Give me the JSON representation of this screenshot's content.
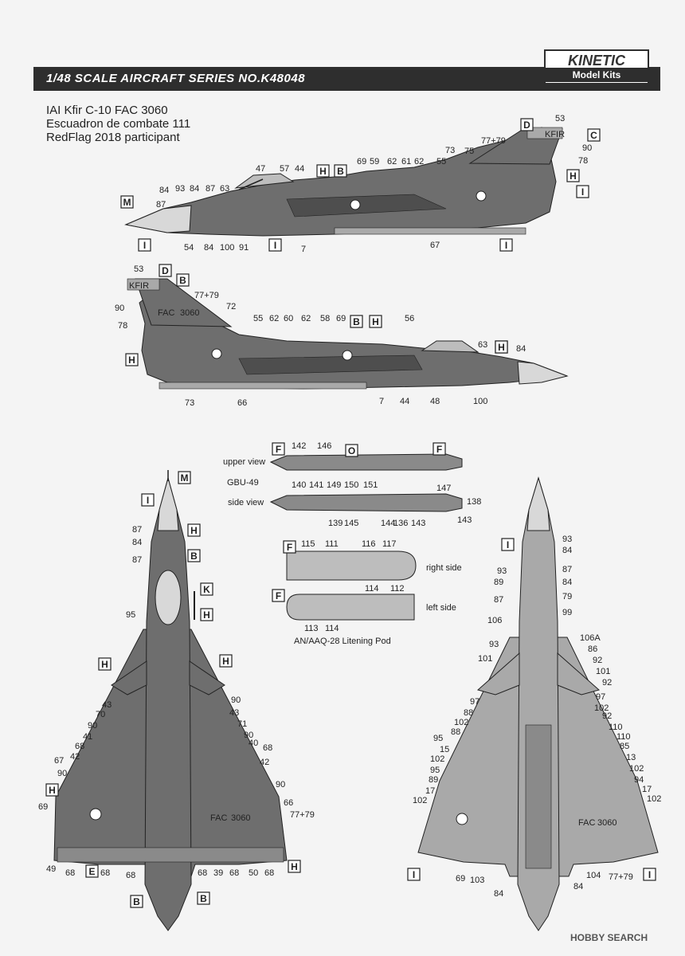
{
  "header": {
    "title": "1/48 SCALE  AIRCRAFT  SERIES NO.K48048",
    "logo_brand": "KINETIC",
    "logo_sub": "Model Kits"
  },
  "subject": {
    "line1": "IAI Kfir C-10 FAC 3060",
    "line2": "Escuadron de combate 111",
    "line3": "RedFlag 2018 participant"
  },
  "pod_section": {
    "upper_view": "upper view",
    "munition": "GBU-49",
    "side_view": "side view",
    "right_side": "right side",
    "left_side": "left side",
    "pod_name": "AN/AAQ-28 Litening Pod"
  },
  "colors": {
    "camo": "#6e6e6e",
    "camo_dark": "#4e4e4e",
    "underside": "#a9a9a9",
    "light": "#d8d8d8",
    "banner": "#2e2e2e"
  },
  "side_left_labels": [
    "84",
    "87",
    "93",
    "84",
    "87",
    "63",
    "47",
    "57",
    "44",
    "69",
    "59",
    "62",
    "61",
    "62",
    "55",
    "73",
    "75",
    "77+79",
    "53",
    "KFIR",
    "90",
    "78",
    "54",
    "84",
    "100",
    "91",
    "7",
    "67"
  ],
  "side_left_boxes": [
    "M",
    "I",
    "I",
    "I",
    "H",
    "B",
    "D",
    "C",
    "H",
    "I"
  ],
  "side_right_labels": [
    "53",
    "KFIR",
    "77+79",
    "90",
    "78",
    "72",
    "FAC",
    "3060",
    "55",
    "62",
    "60",
    "62",
    "58",
    "69",
    "56",
    "63",
    "84",
    "73",
    "66",
    "7",
    "44",
    "48",
    "100"
  ],
  "side_right_boxes": [
    "D",
    "B",
    "H",
    "B",
    "H",
    "H",
    "H"
  ],
  "top_labels": [
    "87",
    "84",
    "87",
    "95",
    "43",
    "70",
    "90",
    "41",
    "68",
    "67",
    "42",
    "90",
    "69",
    "90",
    "43",
    "71",
    "90",
    "40",
    "68",
    "42",
    "90",
    "66",
    "77+79",
    "49",
    "68",
    "68",
    "68",
    "68",
    "39",
    "68",
    "50",
    "68",
    "FAC",
    "3060"
  ],
  "top_boxes": [
    "M",
    "I",
    "H",
    "B",
    "K",
    "H",
    "H",
    "H",
    "H",
    "E",
    "H",
    "B",
    "B"
  ],
  "bottom_labels": [
    "93",
    "84",
    "93",
    "87",
    "84",
    "89",
    "87",
    "79",
    "99",
    "106",
    "106A",
    "86",
    "93",
    "92",
    "101",
    "101",
    "92",
    "97",
    "97",
    "88",
    "102",
    "102",
    "92",
    "88",
    "110",
    "95",
    "110",
    "85",
    "15",
    "13",
    "102",
    "102",
    "95",
    "94",
    "89",
    "17",
    "17",
    "102",
    "102",
    "69",
    "FAC",
    "3060",
    "77+79",
    "103",
    "104",
    "84",
    "84"
  ],
  "bottom_boxes": [
    "I",
    "I",
    "I"
  ],
  "gbu_labels": [
    "142",
    "146",
    "150",
    "151",
    "140",
    "141",
    "149",
    "147",
    "138",
    "139",
    "145",
    "144",
    "136",
    "143",
    "143"
  ],
  "gbu_boxes": [
    "F",
    "O",
    "F"
  ],
  "pod_labels": [
    "115",
    "111",
    "116",
    "117",
    "114",
    "112",
    "113",
    "114"
  ],
  "pod_boxes": [
    "F",
    "F"
  ],
  "watermark": "HOBBY SEARCH"
}
